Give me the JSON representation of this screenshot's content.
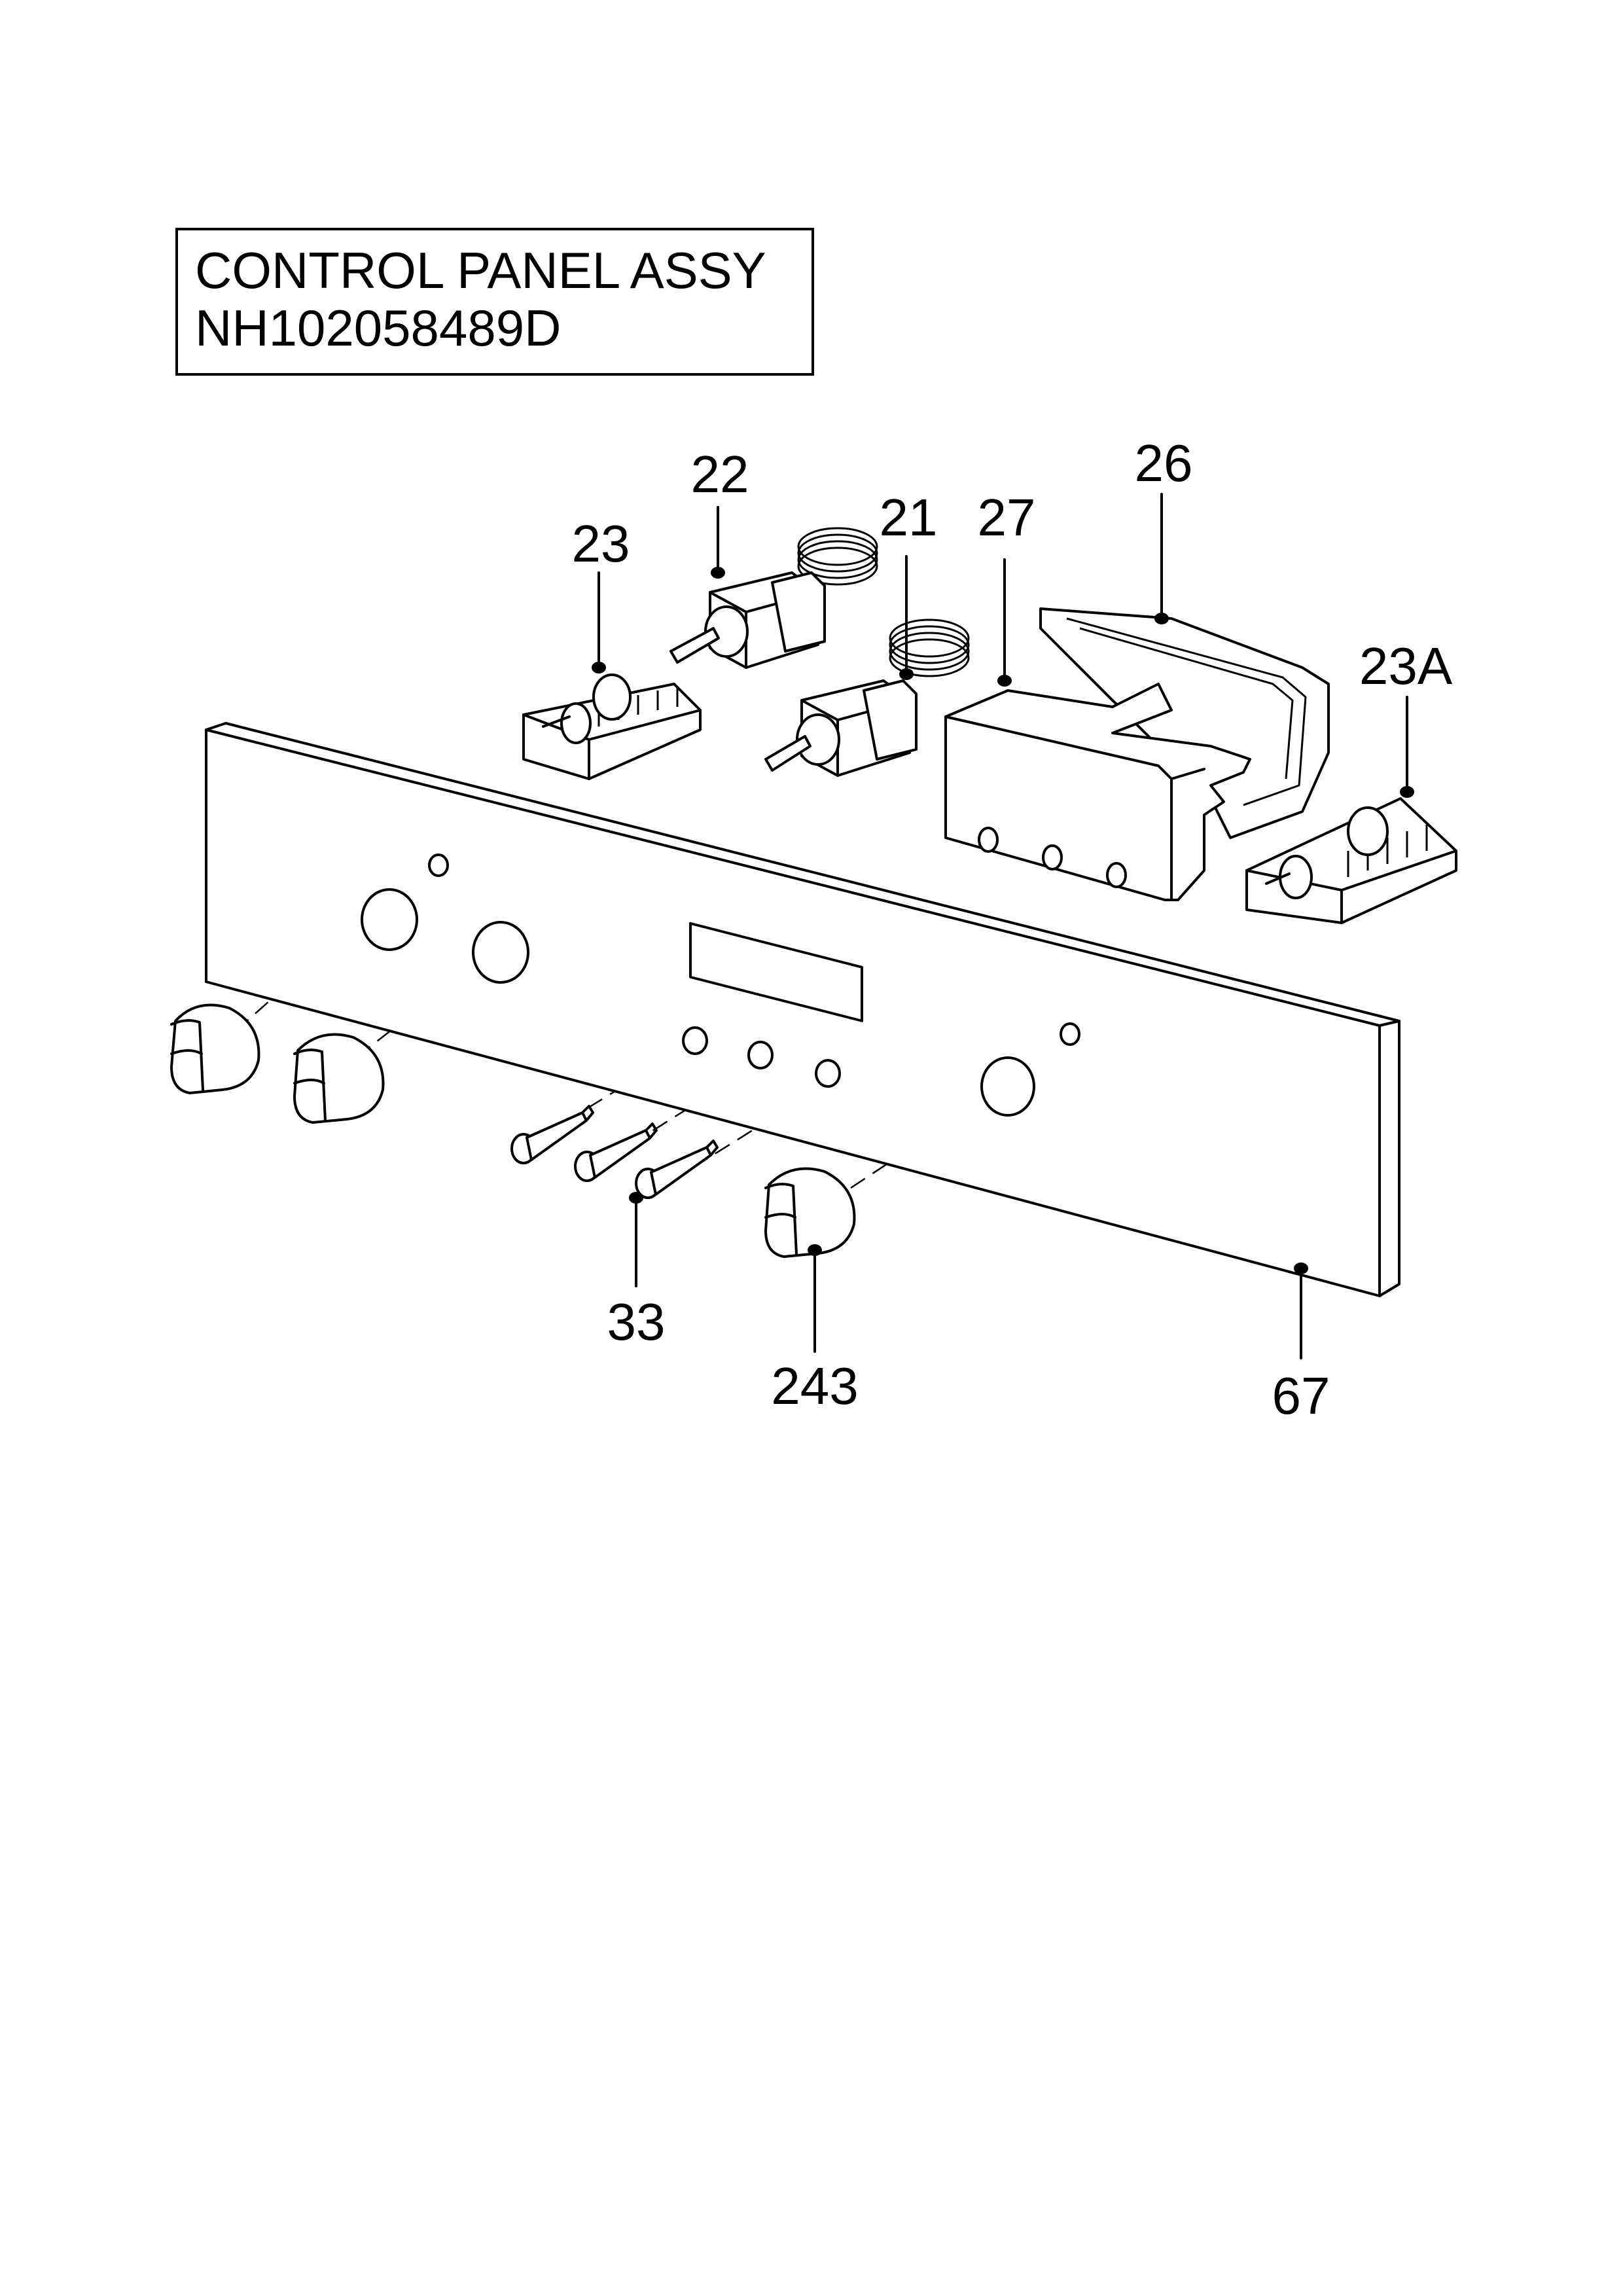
{
  "title": {
    "line1": "CONTROL PANEL ASSY",
    "line2": "NH102058489D"
  },
  "callouts": [
    {
      "id": "c21",
      "label": "21"
    },
    {
      "id": "c22",
      "label": "22"
    },
    {
      "id": "c23",
      "label": "23"
    },
    {
      "id": "c23a",
      "label": "23A"
    },
    {
      "id": "c26",
      "label": "26"
    },
    {
      "id": "c27",
      "label": "27"
    },
    {
      "id": "c33",
      "label": "33"
    },
    {
      "id": "c243",
      "label": "243"
    },
    {
      "id": "c67",
      "label": "67"
    }
  ]
}
